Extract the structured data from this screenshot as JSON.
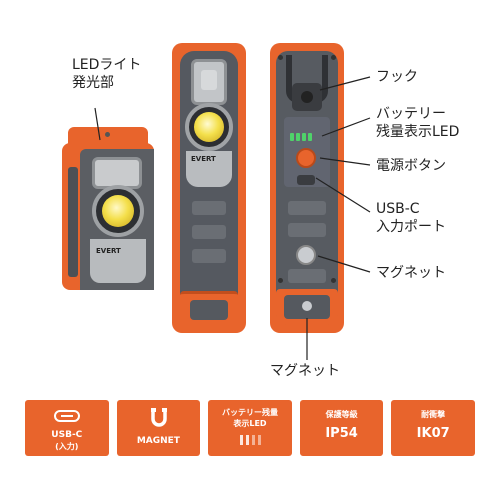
{
  "labels": {
    "led_light": [
      "LEDライト",
      "発光部"
    ],
    "hook": "フック",
    "battery": [
      "バッテリー",
      "残量表示LED"
    ],
    "power": "電源ボタン",
    "usb": [
      "USB-C",
      "入力ポート"
    ],
    "magnet_side": "マグネット",
    "magnet_bottom": "マグネット"
  },
  "brand": "EVERT",
  "tiles": [
    {
      "icon": "usb-c-port-icon",
      "line1": "USB-C",
      "line2": "(入力)"
    },
    {
      "icon": "magnet-icon",
      "line1": "MAGNET"
    },
    {
      "icon": "battery-bars-icon",
      "line1": "バッテリー残量",
      "line2": "表示LED"
    },
    {
      "title": "保護等級",
      "value": "IP54"
    },
    {
      "title": "耐衝撃",
      "value": "IK07"
    }
  ],
  "colors": {
    "accent": "#e8642c",
    "body_gray": "#555960",
    "led_green": "#4fd36a"
  }
}
